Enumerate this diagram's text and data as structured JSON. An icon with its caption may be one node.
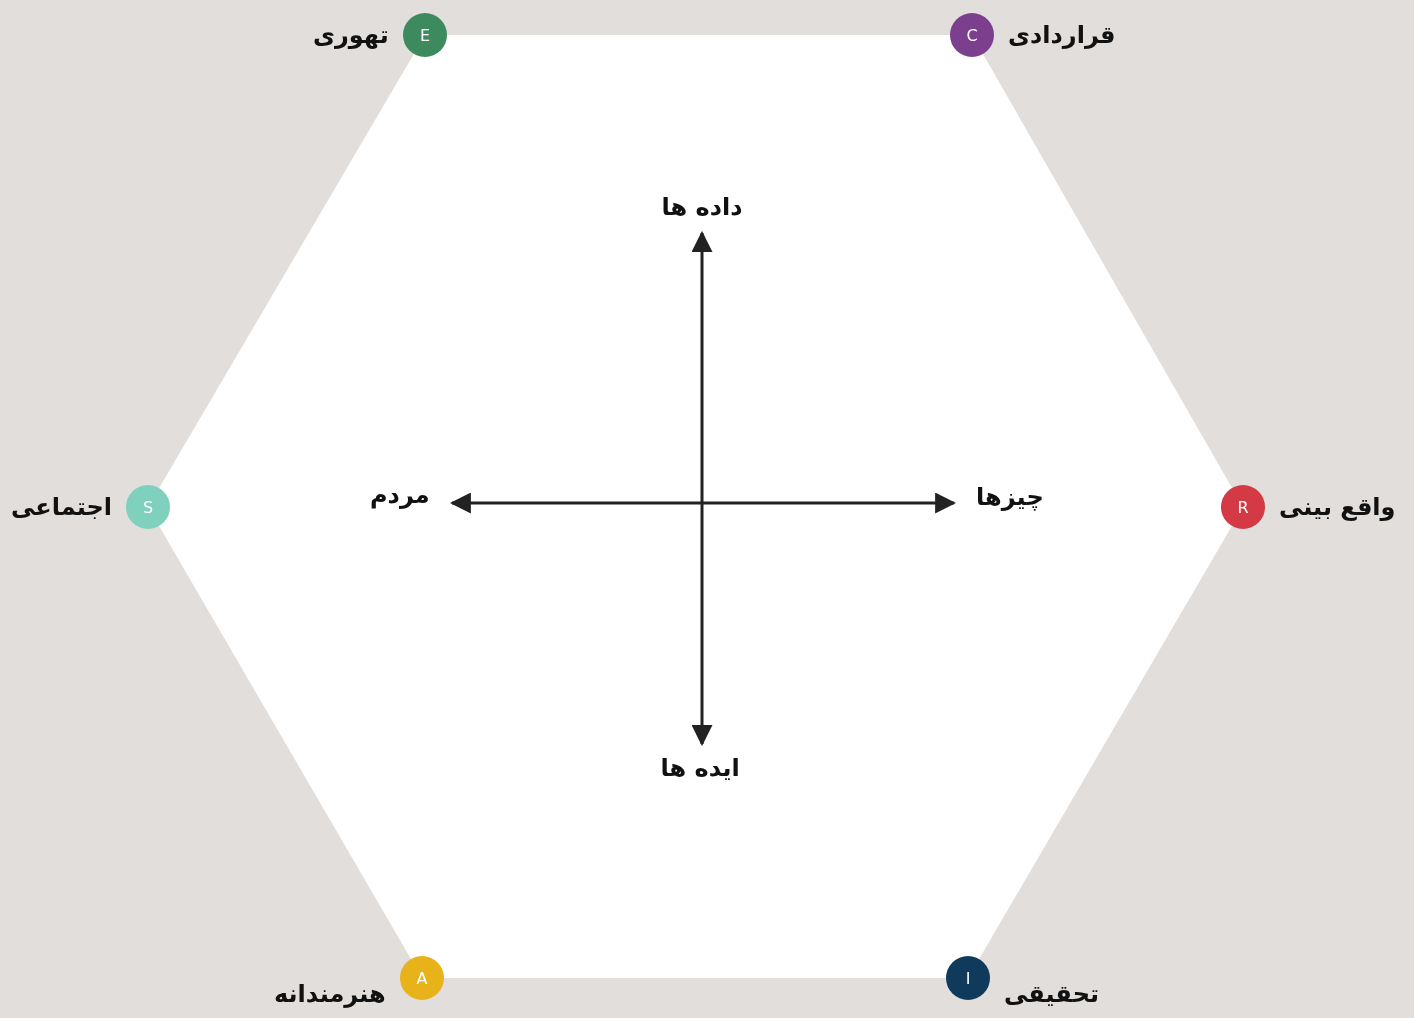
{
  "diagram": {
    "nodes": [
      {
        "text": [
          "E"
        ],
        "beside": [
          "تهوری"
        ]
      },
      {
        "text": [
          "C"
        ],
        "beside": [
          "قراردادی"
        ]
      },
      {
        "text": [
          "S"
        ],
        "beside": [
          "اجتماعی"
        ]
      },
      {
        "text": [
          "R"
        ],
        "beside": [
          "واقع بینی"
        ]
      },
      {
        "text": [
          "A"
        ],
        "beside": [
          "هنرمندانه"
        ]
      },
      {
        "text": [
          "I"
        ],
        "beside": [
          "تحقیقی"
        ]
      },
      {
        "text": [
          "داده ها"
        ]
      },
      {
        "text": [
          "مردم"
        ]
      },
      {
        "text": [
          "چیزها"
        ]
      },
      {
        "text": [
          "ایده ها"
        ]
      }
    ],
    "edges": [
      {
        "from": null,
        "to": 6,
        "arrow": "to"
      },
      {
        "from": null,
        "to": 7,
        "arrow": "to"
      },
      {
        "from": null,
        "to": 8,
        "arrow": "to"
      },
      {
        "from": null,
        "to": 9,
        "arrow": "to"
      }
    ]
  }
}
